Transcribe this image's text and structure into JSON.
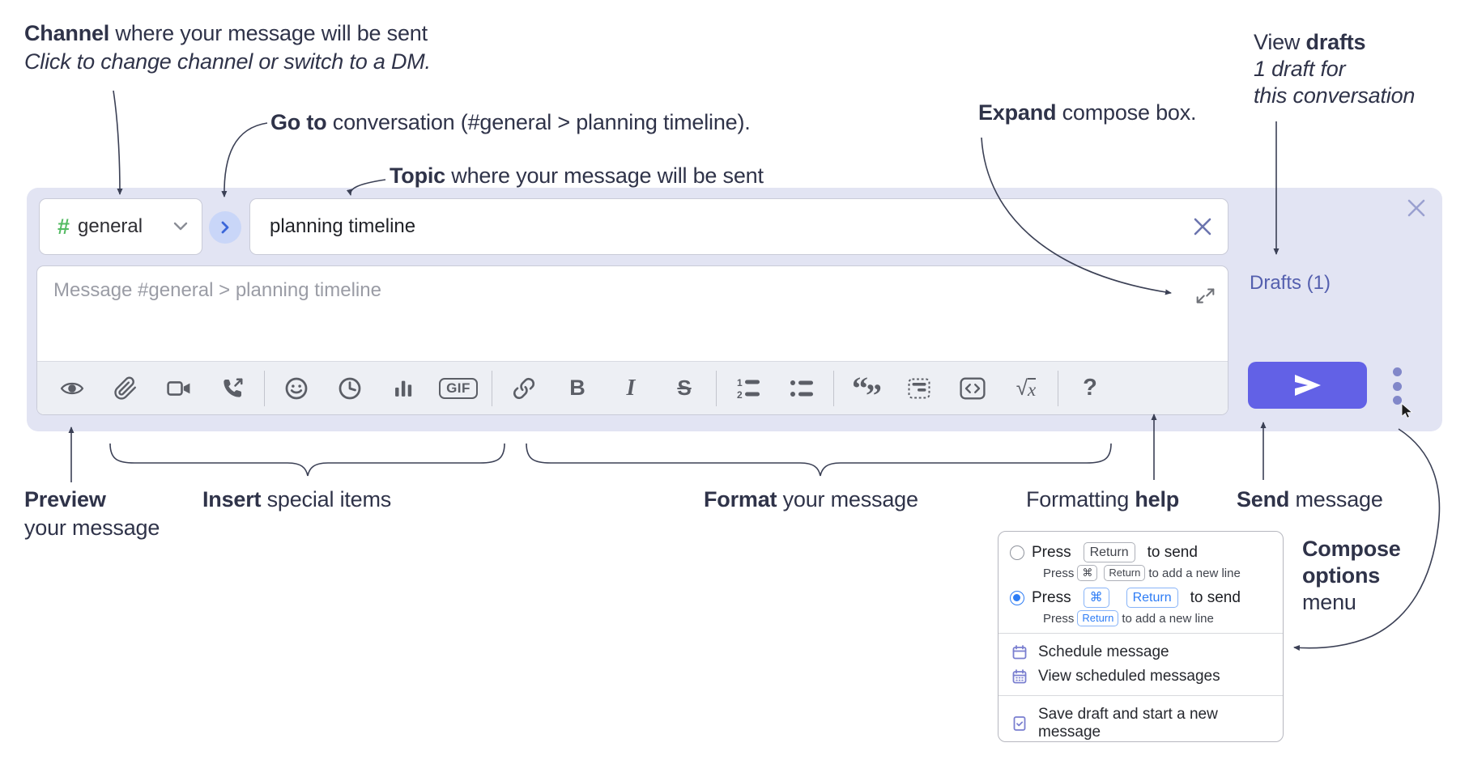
{
  "annotations": {
    "channel": {
      "bold": "Channel",
      "rest": " where your message will be sent",
      "subtitle": "Click to change channel or switch to a DM."
    },
    "go_to": {
      "bold": "Go to",
      "rest": " conversation (#general > planning timeline)."
    },
    "topic": {
      "bold": "Topic",
      "rest": " where your message will be sent"
    },
    "expand": {
      "bold": "Expand",
      "rest": " compose box."
    },
    "view_drafts": {
      "pre": "View ",
      "bold": "drafts",
      "line2": "1 draft for",
      "line3": "this conversation"
    },
    "preview": {
      "bold": "Preview",
      "line2": "your message"
    },
    "insert": {
      "bold": "Insert",
      "rest": " special items"
    },
    "format": {
      "bold": "Format",
      "rest": " your message"
    },
    "formatting_help": {
      "pre": "Formatting ",
      "bold": "help"
    },
    "send": {
      "bold": "Send",
      "rest": " message"
    },
    "compose_options": {
      "bold_line1": "Compose",
      "bold_line2": "options",
      "line3": "menu"
    }
  },
  "compose_box": {
    "channel_selector": {
      "hash": "#",
      "label": "general"
    },
    "topic_input": {
      "value": "planning timeline"
    },
    "message_input": {
      "placeholder": "Message #general > planning timeline"
    },
    "drafts_link": "Drafts (1)",
    "toolbar": {
      "gif_label": "GIF",
      "bold_label": "B",
      "italic_label": "I",
      "strike_label": "S",
      "quote_open": "“",
      "quote_close": "”",
      "math_root": "√",
      "math_var": "x",
      "help_label": "?",
      "icons": [
        "preview-eye",
        "attach-paperclip",
        "video-call",
        "voice-call",
        "emoji",
        "time",
        "poll",
        "gif",
        "link",
        "bold",
        "italic",
        "strikethrough",
        "numbered-list",
        "bulleted-list",
        "quote",
        "spoiler",
        "code",
        "math",
        "help"
      ]
    },
    "colors": {
      "container_bg": "#e2e4f3",
      "send_accent": "#6261e6",
      "link_purple": "#545fae",
      "hash_green": "#54bb63",
      "icon_gray": "#5b5e66",
      "kbd_blue": "#2d7cf5"
    }
  },
  "options_menu": {
    "return_to_send": {
      "press": "Press",
      "kbd_return": "Return",
      "tail": "to send",
      "sub_press": "Press",
      "sub_kbd_cmd": "⌘",
      "sub_kbd_return": "Return",
      "sub_tail": "to add a new line"
    },
    "cmd_return_to_send": {
      "press": "Press",
      "kbd_cmd": "⌘",
      "kbd_return": "Return",
      "tail": "to send",
      "sub_press": "Press",
      "sub_kbd_return": "Return",
      "sub_tail": "to add a new line"
    },
    "schedule_message": "Schedule message",
    "view_scheduled": "View scheduled messages",
    "save_draft": "Save draft and start a new message"
  }
}
